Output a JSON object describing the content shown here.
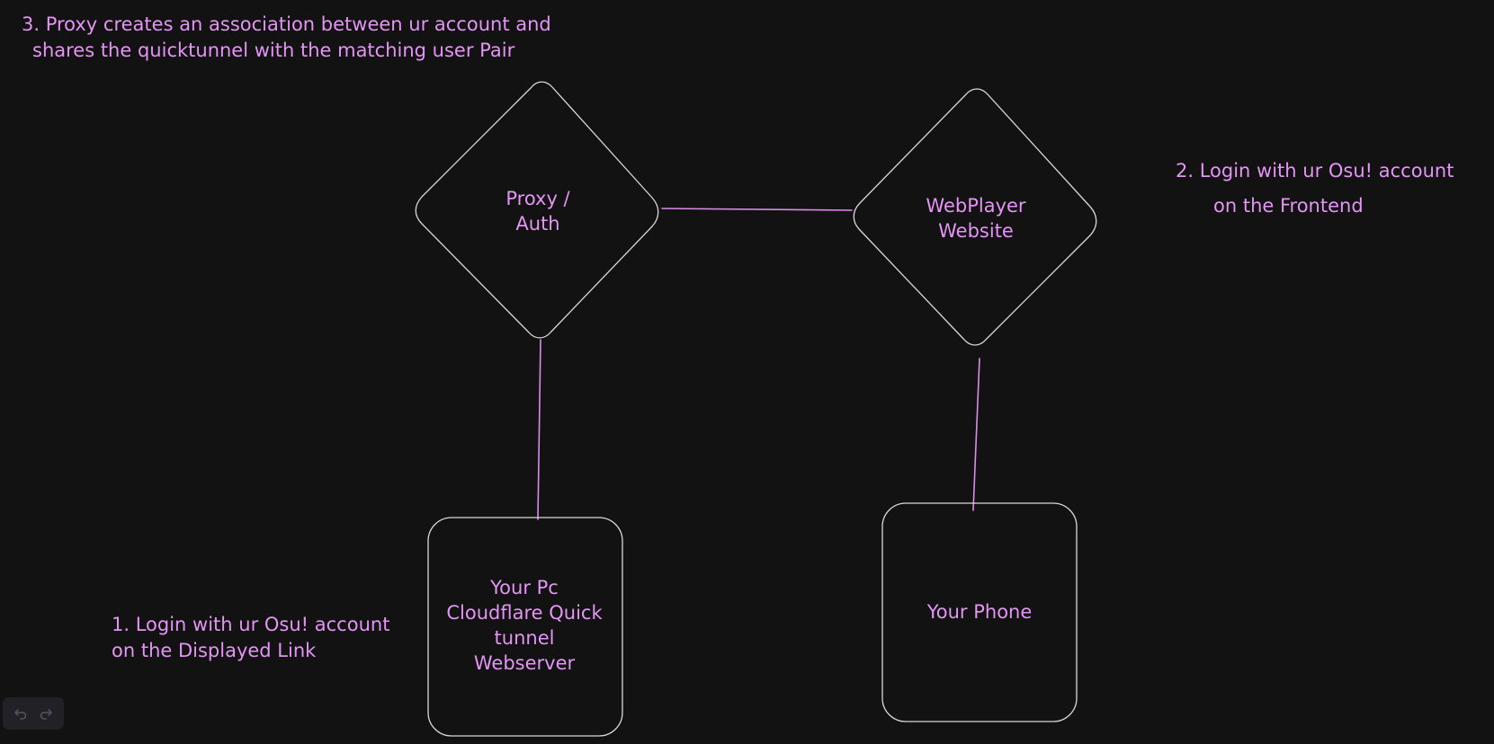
{
  "colors": {
    "background": "#121212",
    "shape_stroke": "#d9d9d9",
    "connector_stroke": "#dd8cec",
    "text": "#e494f4"
  },
  "nodes": {
    "proxy_auth": {
      "lines": [
        "Proxy /",
        "Auth"
      ]
    },
    "webplayer": {
      "lines": [
        "WebPlayer",
        "Website"
      ]
    },
    "your_pc": {
      "lines": [
        "Your Pc",
        "Cloudflare Quick",
        "tunnel",
        "Webserver"
      ]
    },
    "your_phone": {
      "lines": [
        "Your Phone"
      ]
    }
  },
  "notes": {
    "step1": {
      "lines": [
        "1. Login with ur Osu! account",
        "on the Displayed Link"
      ]
    },
    "step2": {
      "lines": [
        "2. Login with ur Osu! account",
        "on the Frontend"
      ]
    },
    "step3": {
      "lines": [
        "3. Proxy creates an association between ur account and",
        "shares the quicktunnel with the matching user Pair"
      ]
    }
  },
  "toolbar": {
    "undo_icon": "undo-icon",
    "redo_icon": "redo-icon"
  }
}
